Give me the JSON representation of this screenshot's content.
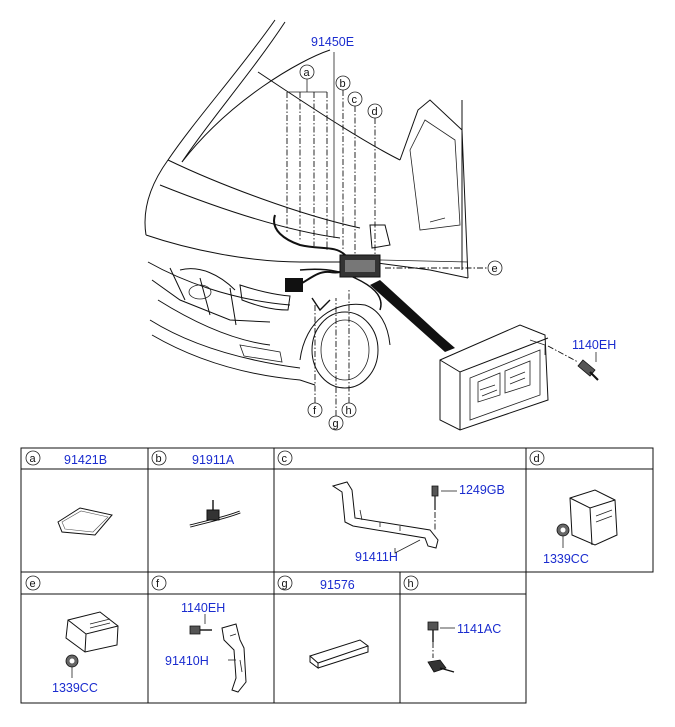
{
  "main_diagram": {
    "assembly_part": "91450E",
    "box_bolt_part": "1140EH",
    "callouts": [
      "a",
      "b",
      "c",
      "d",
      "e",
      "f",
      "g",
      "h"
    ]
  },
  "parts_table": {
    "row1": [
      {
        "letter": "a",
        "part": "91421B"
      },
      {
        "letter": "b",
        "part": "91911A"
      },
      {
        "letter": "c",
        "parts": [
          "1249GB",
          "91411H"
        ]
      },
      {
        "letter": "d",
        "parts": [
          "1339CC"
        ]
      }
    ],
    "row2": [
      {
        "letter": "e",
        "parts": [
          "1339CC"
        ]
      },
      {
        "letter": "f",
        "parts": [
          "1140EH",
          "91410H"
        ]
      },
      {
        "letter": "g",
        "part": "91576"
      },
      {
        "letter": "h",
        "parts": [
          "1141AC"
        ]
      }
    ]
  },
  "colors": {
    "part_number": "#1a2ccf",
    "line": "#111111"
  }
}
